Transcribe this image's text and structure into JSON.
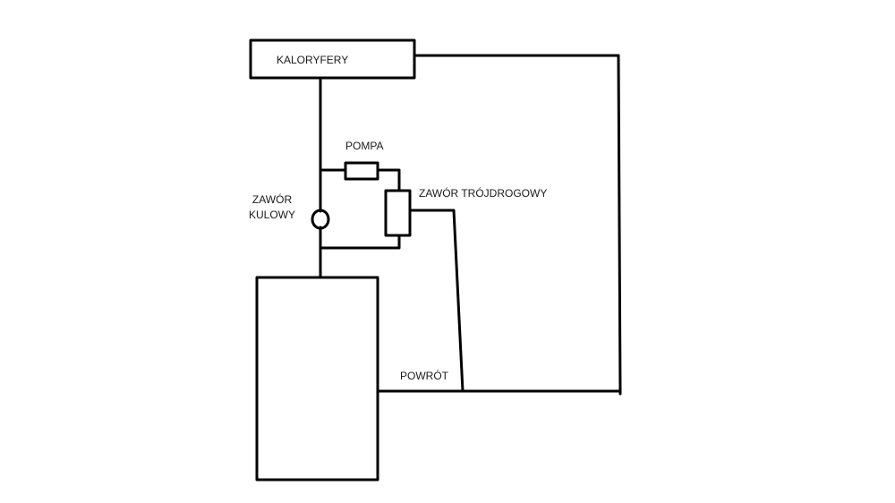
{
  "labels": {
    "radiators": "KALORYFERY",
    "pump": "POMPA",
    "ball_valve_line1": "ZAWÓR",
    "ball_valve_line2": "KULOWY",
    "three_way_valve": "ZAWÓR TRÓJDROGOWY",
    "return_line": "POWRÓT"
  },
  "colors": {
    "stroke": "#000000",
    "background": "#ffffff",
    "text": "#1a1a1a"
  }
}
